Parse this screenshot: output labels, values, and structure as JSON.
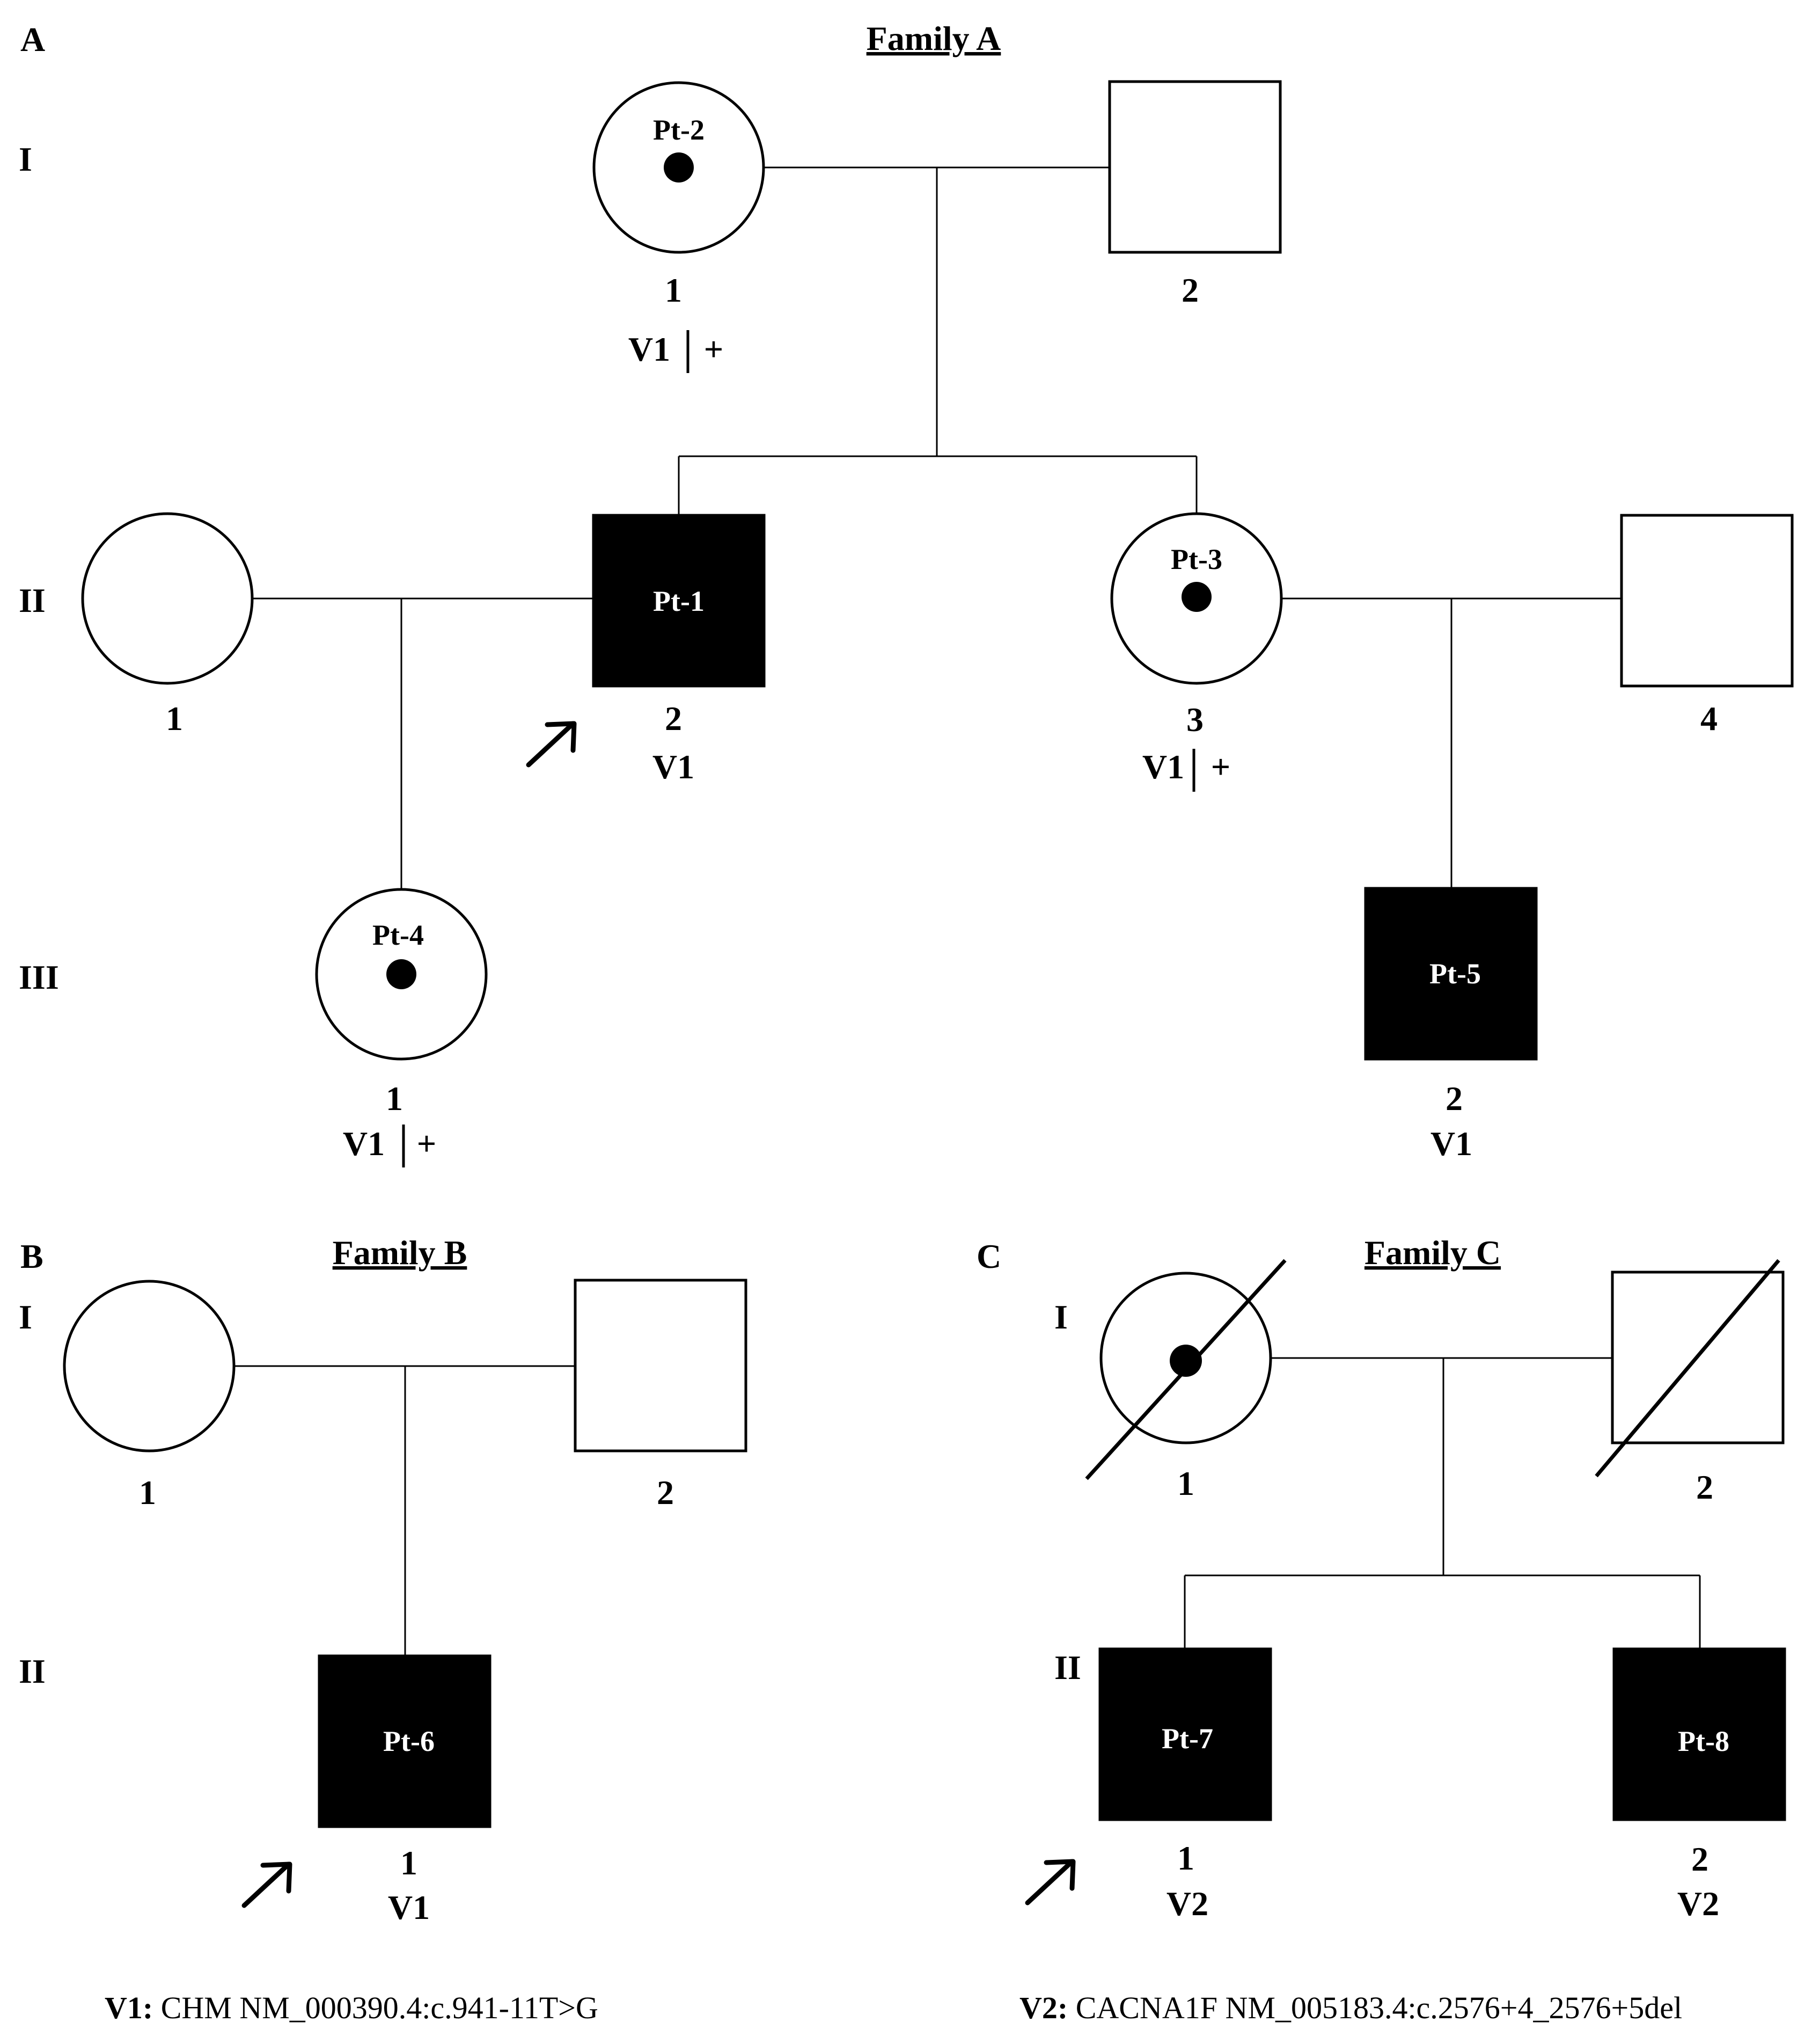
{
  "panels": {
    "A": {
      "letter": "A",
      "title": "Family A",
      "generations": [
        "I",
        "II",
        "III"
      ],
      "individuals": {
        "I1": {
          "number": "1",
          "label": "Pt-2",
          "genotype": "V1",
          "genotype2": "+"
        },
        "I2": {
          "number": "2"
        },
        "II1": {
          "number": "1"
        },
        "II2": {
          "number": "2",
          "label": "Pt-1",
          "genotype": "V1"
        },
        "II3": {
          "number": "3",
          "label": "Pt-3",
          "genotype": "V1",
          "genotype2": "+"
        },
        "II4": {
          "number": "4"
        },
        "III1": {
          "number": "1",
          "label": "Pt-4",
          "genotype": "V1",
          "genotype2": "+"
        },
        "III2": {
          "number": "2",
          "label": "Pt-5",
          "genotype": "V1"
        }
      }
    },
    "B": {
      "letter": "B",
      "title": "Family B",
      "generations": [
        "I",
        "II"
      ],
      "individuals": {
        "I1": {
          "number": "1"
        },
        "I2": {
          "number": "2"
        },
        "II1": {
          "number": "1",
          "label": "Pt-6",
          "genotype": "V1"
        }
      }
    },
    "C": {
      "letter": "C",
      "title": "Family C",
      "generations": [
        "I",
        "II"
      ],
      "individuals": {
        "I1": {
          "number": "1"
        },
        "I2": {
          "number": "2"
        },
        "II1": {
          "number": "1",
          "label": "Pt-7",
          "genotype": "V2"
        },
        "II2": {
          "number": "2",
          "label": "Pt-8",
          "genotype": "V2"
        }
      }
    }
  },
  "legend": {
    "v1_key": "V1:",
    "v1_text": " CHM NM_000390.4:c.941-11T>G",
    "v2_key": "V2:",
    "v2_text": " CACNA1F NM_005183.4:c.2576+4_2576+5del"
  }
}
